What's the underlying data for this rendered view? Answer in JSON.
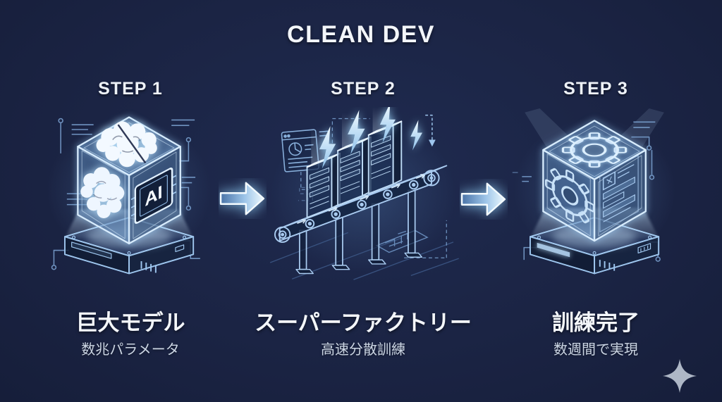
{
  "title": "CLEAN DEV",
  "steps": [
    {
      "label": "STEP 1",
      "heading": "巨大モデル",
      "subheading": "数兆パラメータ",
      "illustration": "ai-brain-cube-on-server-platform"
    },
    {
      "label": "STEP 2",
      "heading": "スーパーファクトリー",
      "subheading": "高速分散訓練",
      "illustration": "server-towers-on-conveyor-with-lightning"
    },
    {
      "label": "STEP 3",
      "heading": "訓練完了",
      "subheading": "数週間で実現",
      "illustration": "gear-cube-on-server-platform"
    }
  ],
  "chip_label": "AI",
  "icons": {
    "between_steps": "right-block-arrow",
    "bottom_right": "four-point-sparkle"
  },
  "colors": {
    "background": "#1b2444",
    "line_art": "#9ec6ee",
    "bright_edge": "#d8ecfd",
    "glow": "#cfe9ff",
    "text_primary": "#f4f7fb",
    "text_secondary": "#ccd6e4",
    "sparkle": "#aeb7c6"
  }
}
